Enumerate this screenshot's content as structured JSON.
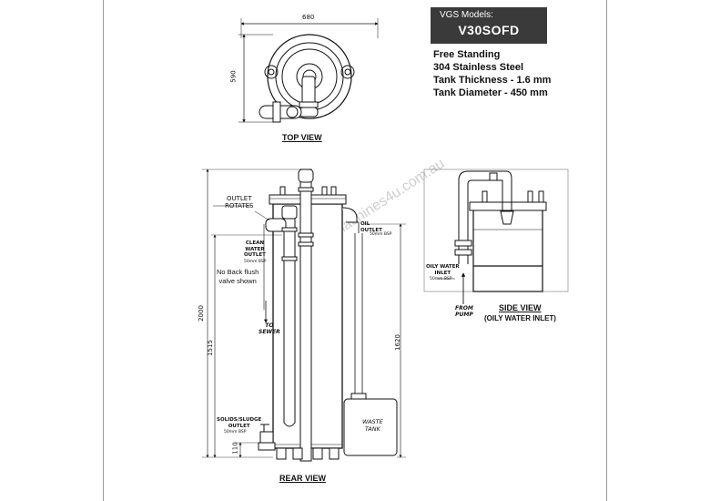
{
  "model": {
    "label": "VGS Models:",
    "name": "V30SOFD"
  },
  "specs": [
    "Free Standing",
    "304 Stainless Steel",
    "Tank Thickness - 1.6 mm",
    "Tank Diameter - 450 mm"
  ],
  "views": {
    "top": {
      "title": "TOP VIEW",
      "dim_width": "680",
      "dim_height": "590"
    },
    "rear": {
      "title": "REAR VIEW",
      "dim_2000": "2000",
      "dim_1515": "1515",
      "dim_1620": "1620",
      "dim_110": "110",
      "outlet_rotates": "OUTLET\nROTATES",
      "clean_water_outlet": "CLEAN\nWATER\nOUTLET",
      "clean_water_size": "50mm BSP",
      "no_backflush": "No Back flush\nvalve shown",
      "to_sewer": "TO\nSEWER",
      "oil_outlet": "OIL\nOUTLET",
      "oil_outlet_size": "50mm BSP",
      "solids_outlet": "SOLIDS/SLUDGE\nOUTLET",
      "solids_outlet_size": "50mm BSP",
      "waste_tank": "WASTE\nTANK"
    },
    "side": {
      "title": "SIDE VIEW",
      "subtitle": "(OILY WATER INLET)",
      "oily_water_inlet": "OILY WATER\nINLET",
      "oily_water_size": "50mm BSP",
      "from_pump": "FROM\nPUMP"
    }
  },
  "watermark": "www.machines4u.com.au",
  "colors": {
    "model_box": "#3a3a3a",
    "line": "#111111",
    "frame": "#9a9a9a"
  }
}
